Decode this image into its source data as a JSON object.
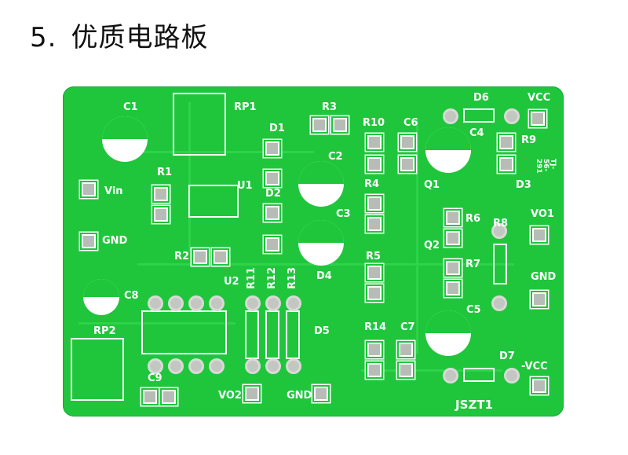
{
  "title": {
    "number": "5.",
    "text": "优质电路板"
  },
  "board": {
    "color": "#1fc63c",
    "labels": {
      "c1": "C1",
      "rp1": "RP1",
      "r3": "R3",
      "d6": "D6",
      "vcc": "VCC",
      "d1": "D1",
      "r10": "R10",
      "c6": "C6",
      "c4": "C4",
      "r9": "R9",
      "c2": "C2",
      "code": "TJ-56-291",
      "r1": "R1",
      "u1": "U1",
      "vin": "Vin",
      "q1": "Q1",
      "d3": "D3",
      "r4": "R4",
      "d2": "D2",
      "c3": "C3",
      "r6": "R6",
      "r8": "R8",
      "vo1": "VO1",
      "gnd1": "GND",
      "q2": "Q2",
      "r2": "R2",
      "r5": "R5",
      "r7": "R7",
      "u2": "U2",
      "r11": "R11",
      "r12": "R12",
      "r13": "R13",
      "d4": "D4",
      "gnd2": "GND",
      "c8": "C8",
      "c5": "C5",
      "rp2": "RP2",
      "d5": "D5",
      "r14": "R14",
      "c7": "C7",
      "d7": "D7",
      "neg_vcc": "-VCC",
      "c9": "C9",
      "vo2": "VO2",
      "gnd3": "GND",
      "board_name": "JSZT1"
    }
  }
}
